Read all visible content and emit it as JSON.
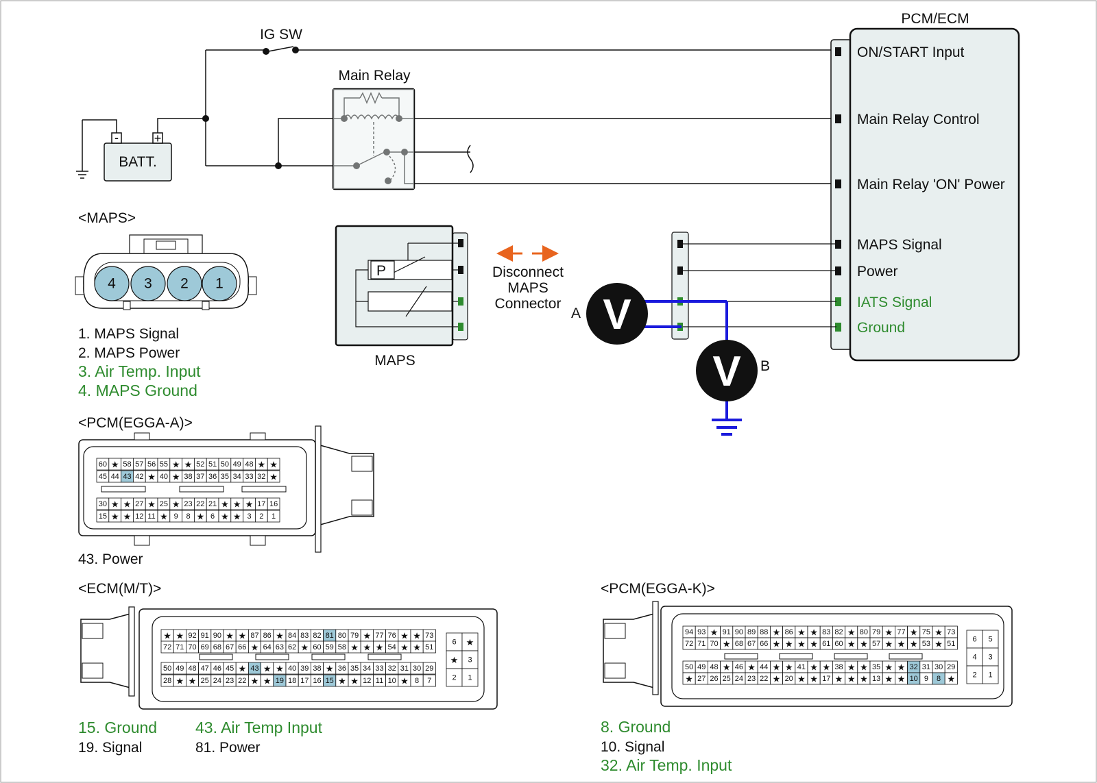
{
  "colors": {
    "wire": "#111111",
    "meter_wire": "#1a1adc",
    "green": "#2e8b2e",
    "highlight": "#9ec9d8",
    "arrow": "#e8641e",
    "component_fill": "#e8efef"
  },
  "labels": {
    "ig_sw": "IG SW",
    "main_relay": "Main Relay",
    "batt": "BATT.",
    "batt_minus": "-",
    "batt_plus": "+",
    "pcm_ecm_title": "PCM/ECM",
    "maps_component": "MAPS",
    "maps_p": "P",
    "disconnect": [
      "Disconnect",
      "MAPS",
      "Connector"
    ],
    "meter_a": "A",
    "meter_b": "B",
    "meter_symbol": "V"
  },
  "pcm_pins": [
    {
      "label": "ON/START Input",
      "green": false
    },
    {
      "label": "Main Relay Control",
      "green": false
    },
    {
      "label": "Main Relay 'ON' Power",
      "green": false
    },
    {
      "label": "MAPS Signal",
      "green": false
    },
    {
      "label": "Power",
      "green": false
    },
    {
      "label": "IATS Signal",
      "green": true
    },
    {
      "label": "Ground",
      "green": true
    }
  ],
  "maps_connector": {
    "title": "<MAPS>",
    "pins": [
      "4",
      "3",
      "2",
      "1"
    ],
    "legend": [
      {
        "text": "1. MAPS Signal",
        "green": false
      },
      {
        "text": "2. MAPS Power",
        "green": false
      },
      {
        "text": "3. Air Temp. Input",
        "green": true
      },
      {
        "text": "4. MAPS Ground",
        "green": true
      }
    ]
  },
  "pcm_egga_a": {
    "title": "<PCM(EGGA-A)>",
    "rows": [
      [
        "60",
        "★",
        "58",
        "57",
        "56",
        "55",
        "★",
        "★",
        "52",
        "51",
        "50",
        "49",
        "48",
        "★",
        "★"
      ],
      [
        "45",
        "44",
        "43",
        "42",
        "★",
        "40",
        "★",
        "38",
        "37",
        "36",
        "35",
        "34",
        "33",
        "32",
        "★"
      ],
      [
        "30",
        "★",
        "★",
        "27",
        "★",
        "25",
        "★",
        "23",
        "22",
        "21",
        "★",
        "★",
        "★",
        "17",
        "16"
      ],
      [
        "15",
        "★",
        "★",
        "12",
        "11",
        "★",
        "9",
        "8",
        "★",
        "6",
        "★",
        "★",
        "3",
        "2",
        "1"
      ]
    ],
    "highlight": [
      "43"
    ],
    "legend": [
      {
        "text": "43. Power",
        "green": false
      }
    ]
  },
  "ecm_mt": {
    "title": "<ECM(M/T)>",
    "rows": [
      [
        "★",
        "★",
        "92",
        "91",
        "90",
        "★",
        "★",
        "87",
        "86",
        "★",
        "84",
        "83",
        "82",
        "81",
        "80",
        "79",
        "★",
        "77",
        "76",
        "★",
        "★",
        "73"
      ],
      [
        "72",
        "71",
        "70",
        "69",
        "68",
        "67",
        "66",
        "★",
        "64",
        "63",
        "62",
        "★",
        "60",
        "59",
        "58",
        "★",
        "★",
        "★",
        "54",
        "★",
        "★",
        "51"
      ],
      [
        "50",
        "49",
        "48",
        "47",
        "46",
        "45",
        "★",
        "43",
        "★",
        "★",
        "40",
        "39",
        "38",
        "★",
        "36",
        "35",
        "34",
        "33",
        "32",
        "31",
        "30",
        "29"
      ],
      [
        "28",
        "★",
        "★",
        "25",
        "24",
        "23",
        "22",
        "★",
        "★",
        "19",
        "18",
        "17",
        "16",
        "15",
        "★",
        "★",
        "12",
        "11",
        "10",
        "★",
        "8",
        "7"
      ]
    ],
    "highlight": [
      "81",
      "43",
      "19",
      "15"
    ],
    "side_rows": [
      [
        "6",
        "★"
      ],
      [
        "★",
        "3"
      ],
      [
        "2",
        "1"
      ]
    ],
    "legend_col1": [
      {
        "text": "15. Ground",
        "green": true
      },
      {
        "text": "19. Signal",
        "green": false
      }
    ],
    "legend_col2": [
      {
        "text": "43. Air Temp Input",
        "green": true
      },
      {
        "text": "81. Power",
        "green": false
      }
    ]
  },
  "pcm_egga_k": {
    "title": "<PCM(EGGA-K)>",
    "rows": [
      [
        "94",
        "93",
        "★",
        "91",
        "90",
        "89",
        "88",
        "★",
        "86",
        "★",
        "★",
        "83",
        "82",
        "★",
        "80",
        "79",
        "★",
        "77",
        "★",
        "75",
        "★",
        "73"
      ],
      [
        "72",
        "71",
        "70",
        "★",
        "68",
        "67",
        "66",
        "★",
        "★",
        "★",
        "★",
        "61",
        "60",
        "★",
        "★",
        "57",
        "★",
        "★",
        "★",
        "53",
        "★",
        "51"
      ],
      [
        "50",
        "49",
        "48",
        "★",
        "46",
        "★",
        "44",
        "★",
        "★",
        "41",
        "★",
        "★",
        "38",
        "★",
        "★",
        "35",
        "★",
        "★",
        "32",
        "31",
        "30",
        "29"
      ],
      [
        "★",
        "27",
        "26",
        "25",
        "24",
        "23",
        "22",
        "★",
        "20",
        "★",
        "★",
        "17",
        "★",
        "★",
        "★",
        "13",
        "★",
        "★",
        "10",
        "9",
        "8",
        "★"
      ]
    ],
    "highlight": [
      "32",
      "10",
      "8"
    ],
    "side_rows": [
      [
        "6",
        "5"
      ],
      [
        "4",
        "3"
      ],
      [
        "2",
        "1"
      ]
    ],
    "legend": [
      {
        "text": "8. Ground",
        "green": true
      },
      {
        "text": "10. Signal",
        "green": false
      },
      {
        "text": "32. Air Temp. Input",
        "green": true
      }
    ]
  }
}
